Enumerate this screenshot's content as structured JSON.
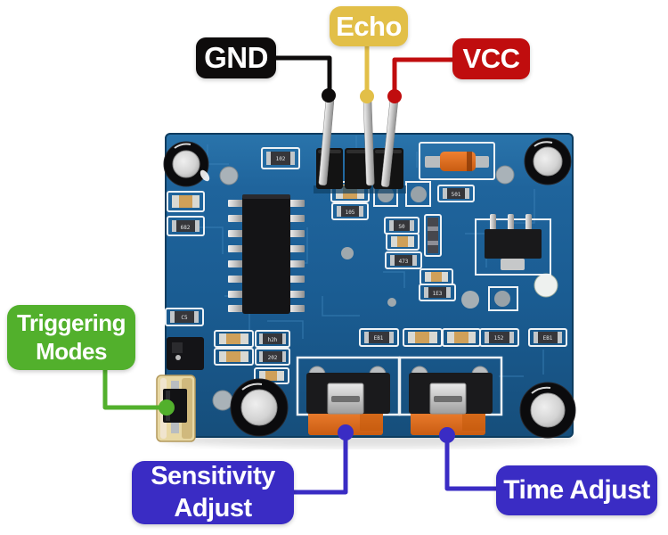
{
  "callouts": {
    "gnd": {
      "label": "GND",
      "color": "#0e0c0c",
      "text_color": "#ffffff"
    },
    "echo": {
      "label": "Echo",
      "color": "#e2bf48",
      "text_color": "#ffffff"
    },
    "vcc": {
      "label": "VCC",
      "color": "#c00d0e",
      "text_color": "#ffffff"
    },
    "triggering": {
      "line1": "Triggering",
      "line2": "Modes",
      "color": "#52b02c",
      "text_color": "#ffffff"
    },
    "sensitivity": {
      "line1": "Sensitivity",
      "line2": "Adjust",
      "color": "#3a2cc4",
      "text_color": "#ffffff"
    },
    "time": {
      "label": "Time Adjust",
      "color": "#3a2cc4",
      "text_color": "#ffffff"
    }
  },
  "board": {
    "description": "blue PIR sensor module PCB with 3-pin header, trigger jumper and two orange trim potentiometers",
    "smd_codes": [
      "102",
      "682",
      "105",
      "501",
      "473",
      "1E3",
      "EB1",
      "202",
      "h2h",
      "152",
      "C5",
      "S0"
    ],
    "colors": {
      "pcb_blue": "#1a5c92",
      "silkscreen": "#eef2f5",
      "pot_orange": "#e0701c",
      "jumper_cream": "#e6d49c",
      "component_black": "#141416",
      "pin_silver": "#c6c8c9",
      "background": "#ffffff"
    }
  }
}
